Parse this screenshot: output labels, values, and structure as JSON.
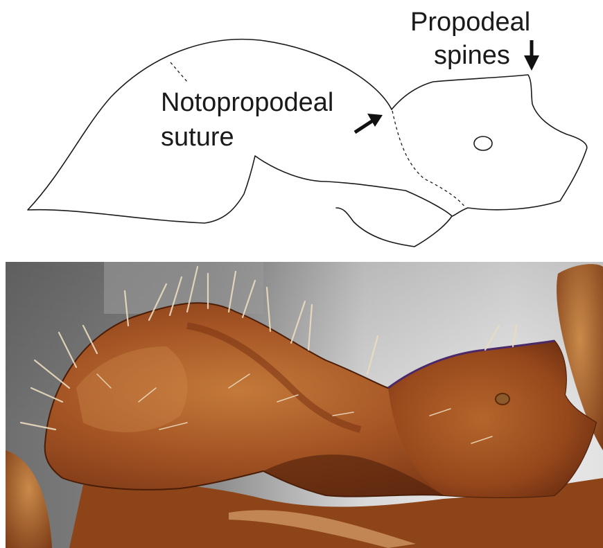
{
  "diagram": {
    "labels": {
      "propodeal_spines_line1": "Propodeal",
      "propodeal_spines_line2": "spines",
      "notopropodeal_line1": "Notopropodeal",
      "notopropodeal_line2": "suture"
    }
  },
  "photo": {
    "subject": "ant-mesosoma-photograph",
    "colors": {
      "cuticle_dark": "#6e2f10",
      "cuticle_mid": "#a1521f",
      "cuticle_light": "#c87a3c",
      "background_grey": "#7b7b7b",
      "background_light": "#e6e6e6",
      "hair": "#e8d6b8"
    }
  }
}
